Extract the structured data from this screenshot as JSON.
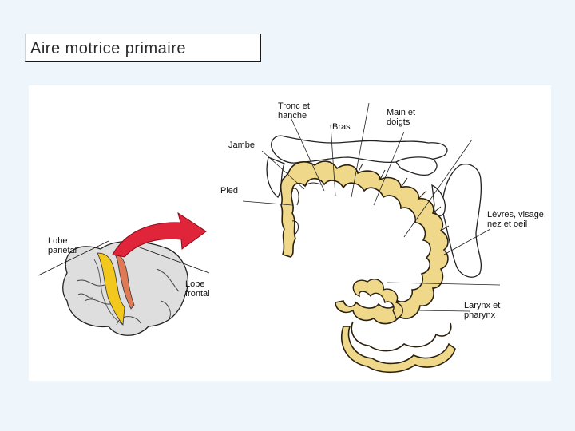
{
  "slide": {
    "title": "Aire motrice primaire"
  },
  "diagram": {
    "labels": {
      "tronc": "Tronc et\nhanche",
      "bras": "Bras",
      "main": "Main et\ndoigts",
      "jambe": "Jambe",
      "pied": "Pied",
      "levres": "Lèvres, visage,\nnez et oeil",
      "larynx": "Larynx et\npharynx",
      "lobe_parietal": "Lobe\npariétal",
      "lobe_frontal": "Lobe\nfrontal"
    },
    "colors": {
      "cortex": "#f0d88a",
      "cortex_edge": "#2a2010",
      "motor_strip": "#f2c81d",
      "premotor_strip": "#e07a55",
      "arrow": "#e0243a",
      "brain_gray": "#d9d9d9"
    }
  }
}
